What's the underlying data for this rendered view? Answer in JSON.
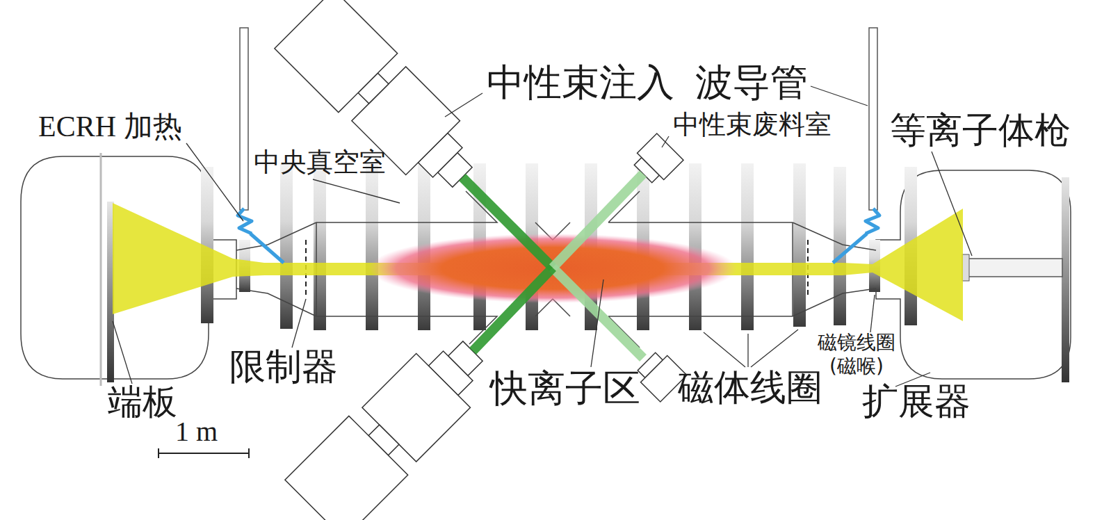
{
  "diagram": {
    "labels": [
      "中性束注入",
      "波导管",
      "ECRH 加热",
      "中性束废料室",
      "等离子体枪",
      "中央真空室",
      "限制器",
      "快离子区",
      "磁体线圈",
      "磁镜线圈 (磁喉)",
      "端板",
      "扩展器",
      "1 m"
    ]
  }
}
